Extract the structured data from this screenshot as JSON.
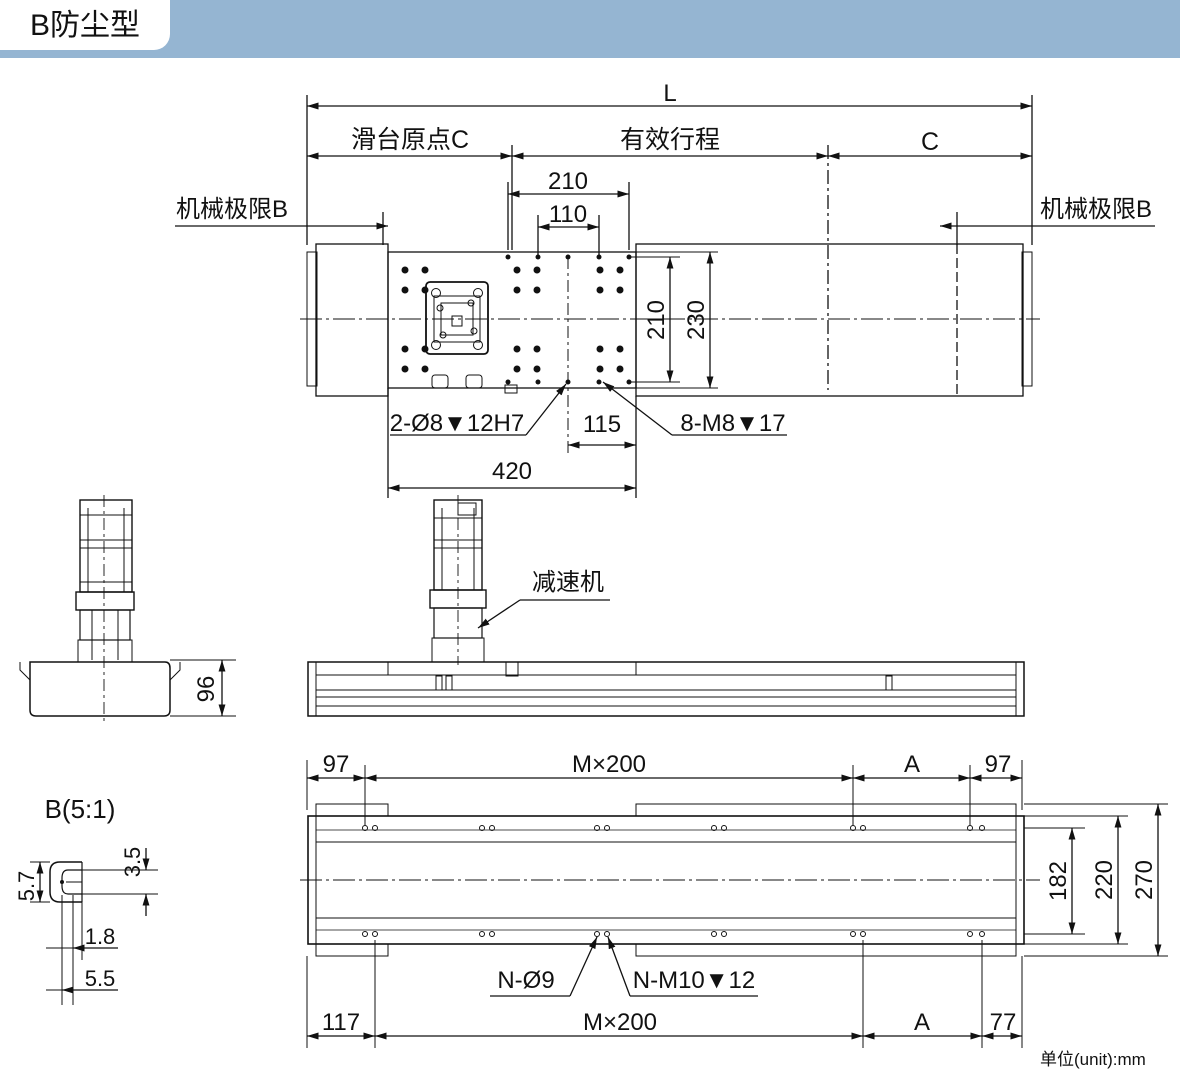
{
  "header": {
    "title": "B防尘型",
    "accent": "#95b5d2"
  },
  "labels": {
    "L": "L",
    "slide_origin_c": "滑台原点C",
    "effective_stroke": "有效行程",
    "c": "C",
    "mech_limit_b": "机械极限B",
    "d210": "210",
    "d110": "110",
    "d210v": "210",
    "d230v": "230",
    "pin_holes": "2-Ø8▼12H7",
    "tapped_holes": "8-M8▼17",
    "d115": "115",
    "d420": "420",
    "reducer": "减速机",
    "d96": "96",
    "d97_left": "97",
    "m200_top": "M×200",
    "a_top": "A",
    "d97_right": "97",
    "detail_b": "B(5:1)",
    "d5_7": "5.7",
    "d3_5": "3.5",
    "d1_8": "1.8",
    "d5_5": "5.5",
    "d182": "182",
    "d220": "220",
    "d270": "270",
    "n_holes": "N-Ø9",
    "n_tapped": "N-M10▼12",
    "d117": "117",
    "m200_bottom": "M×200",
    "a_bottom": "A",
    "d77": "77",
    "unit": "单位(unit):mm"
  }
}
